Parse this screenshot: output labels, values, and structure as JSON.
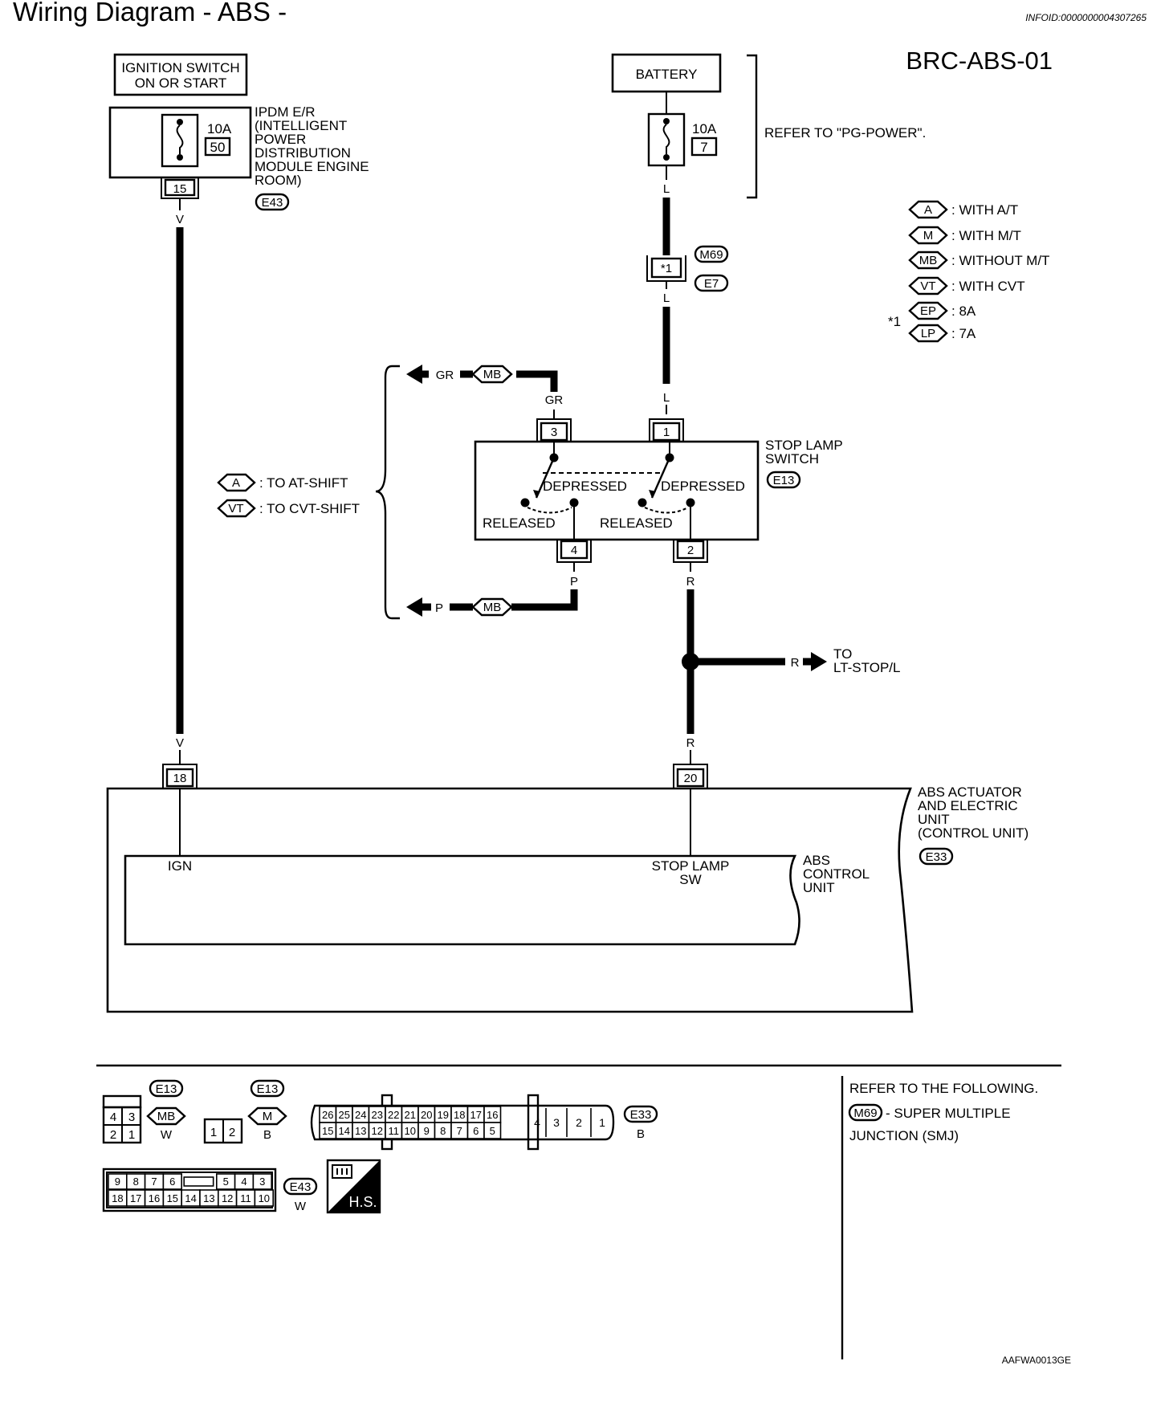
{
  "header": {
    "title": "Wiring Diagram - ABS -",
    "info_id": "INFOID:0000000004307265",
    "diagram_code": "BRC-ABS-01",
    "image_code": "AAFWA0013GE"
  },
  "power": {
    "ignition_label_1": "IGNITION SWITCH",
    "ignition_label_2": "ON OR START",
    "ipdm_fuse_amp": "10A",
    "ipdm_fuse_no": "50",
    "ipdm_name": [
      "IPDM E/R",
      "(INTELLIGENT",
      "POWER",
      "DISTRIBUTION",
      "MODULE ENGINE",
      "ROOM)"
    ],
    "ipdm_connector": "E43",
    "ipdm_terminal": "15",
    "battery_label": "BATTERY",
    "battery_fuse_amp": "10A",
    "battery_fuse_no": "7",
    "refer_power": "REFER TO \"PG-POWER\"."
  },
  "legend": {
    "items": [
      {
        "code": "A",
        "text": ": WITH A/T"
      },
      {
        "code": "M",
        "text": ": WITH M/T"
      },
      {
        "code": "MB",
        "text": ": WITHOUT M/T"
      },
      {
        "code": "VT",
        "text": ": WITH CVT"
      },
      {
        "code": "EP",
        "text": ": 8A"
      },
      {
        "code": "LP",
        "text": ": 7A"
      }
    ],
    "star_note": "*1"
  },
  "wires": {
    "color_v": "V",
    "color_l": "L",
    "color_gr": "GR",
    "color_p": "P",
    "color_r": "R",
    "fuse_joint_connector_1": "M69",
    "fuse_joint_connector_2": "E7",
    "fuse_joint_terminal": "*1",
    "option_mb": "MB",
    "to_lt_stop_1": "TO",
    "to_lt_stop_2": "LT-STOP/L",
    "bracket_a_code": "A",
    "bracket_a_text": ": TO AT-SHIFT",
    "bracket_vt_code": "VT",
    "bracket_vt_text": ": TO CVT-SHIFT"
  },
  "stop_lamp_switch": {
    "name_1": "STOP LAMP",
    "name_2": "SWITCH",
    "connector": "E13",
    "terminals": [
      "3",
      "1",
      "4",
      "2"
    ],
    "depressed": "DEPRESSED",
    "released": "RELEASED"
  },
  "abs_unit": {
    "name": [
      "ABS ACTUATOR",
      "AND ELECTRIC",
      "UNIT",
      "(CONTROL UNIT)"
    ],
    "connector": "E33",
    "terminal_ign": "18",
    "terminal_stop": "20",
    "pin_ign": "IGN",
    "pin_stop_1": "STOP LAMP",
    "pin_stop_2": "SW",
    "control_unit": [
      "ABS",
      "CONTROL",
      "UNIT"
    ]
  },
  "connectors": {
    "e13_mb": {
      "id": "E13",
      "variant": "MB",
      "color": "W",
      "top": [
        "4",
        "3"
      ],
      "bottom": [
        "2",
        "1"
      ]
    },
    "e13_m": {
      "id": "E13",
      "variant": "M",
      "color": "B",
      "pins": [
        "1",
        "2"
      ]
    },
    "e33": {
      "id": "E33",
      "color": "B",
      "top": [
        "26",
        "25",
        "24",
        "23",
        "22",
        "21",
        "20",
        "19",
        "18",
        "17",
        "16"
      ],
      "bottom": [
        "15",
        "14",
        "13",
        "12",
        "11",
        "10",
        "9",
        "8",
        "7",
        "6",
        "5"
      ],
      "big": [
        "4",
        "3",
        "2",
        "1"
      ]
    },
    "e43": {
      "id": "E43",
      "color": "W",
      "top_left": [
        "9",
        "8",
        "7",
        "6"
      ],
      "top_right": [
        "5",
        "4",
        "3"
      ],
      "bottom": [
        "18",
        "17",
        "16",
        "15",
        "14",
        "13",
        "12",
        "11",
        "10"
      ]
    },
    "hs_label": "H.S."
  },
  "reference": {
    "line_1": "REFER TO THE FOLLOWING.",
    "connector": "M69",
    "line_2": "- SUPER MULTIPLE",
    "line_3": "JUNCTION (SMJ)"
  }
}
